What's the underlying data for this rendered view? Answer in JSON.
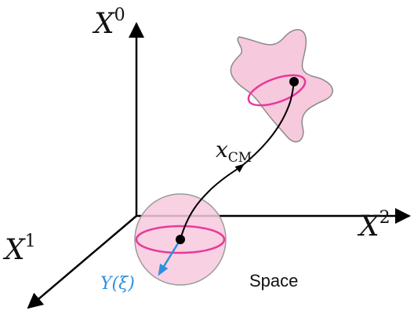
{
  "axes": {
    "x0": {
      "base": "X",
      "sup": "0"
    },
    "x1": {
      "base": "X",
      "sup": "1"
    },
    "x2": {
      "base": "X",
      "sup": "2"
    }
  },
  "trajectory": {
    "base": "x",
    "sub": "CM"
  },
  "displacement": {
    "label": "Y(ξ)"
  },
  "space_label": "Space",
  "colors": {
    "body_fill": "#f7c9dd",
    "body_stroke": "#8a8a8a",
    "ring": "#e8399a",
    "arrow_blue": "#2f8fe0",
    "axis": "#000000"
  }
}
